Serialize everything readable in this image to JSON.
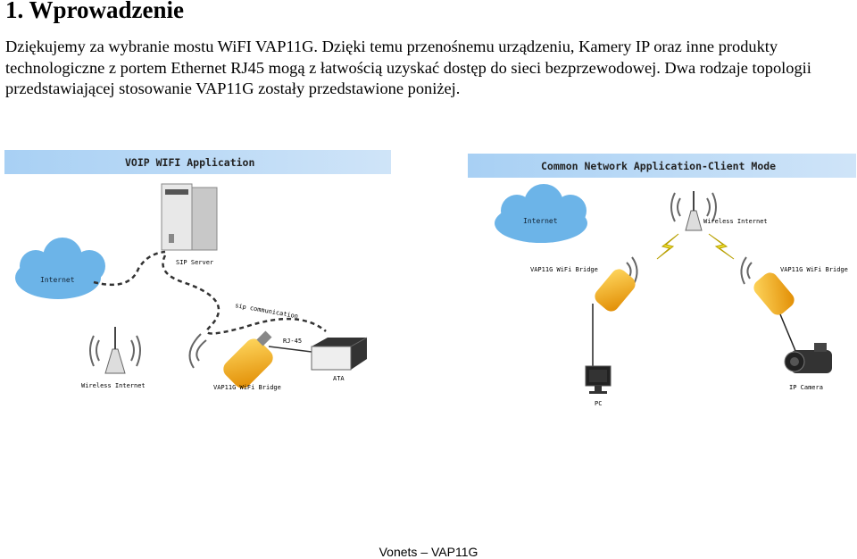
{
  "heading": "1. Wprowadzenie",
  "paragraph": "Dziękujemy za wybranie mostu WiFI VAP11G. Dzięki temu przenośnemu urządzeniu, Kamery IP oraz inne produkty technologiczne z portem Ethernet RJ45 mogą z łatwością uzyskać dostęp do sieci bezprzewodowej.  Dwa rodzaje topologii przedstawiającej stosowanie VAP11G zostały przedstawione poniżej.",
  "diagram_left": {
    "title": "VOIP WIFI Application",
    "internet": "Internet",
    "sip_server": "SIP Server",
    "sip_communication": "sip communication",
    "rj45": "RJ-45",
    "ata": "ATA",
    "wireless_internet": "Wireless Internet",
    "bridge": "VAP11G WiFi Bridge"
  },
  "diagram_right": {
    "title": "Common Network Application-Client Mode",
    "internet": "Internet",
    "wireless_internet": "Wireless Internet",
    "bridge_left": "VAP11G WiFi Bridge",
    "bridge_right": "VAP11G WiFi Bridge",
    "pc": "PC",
    "ip_camera": "IP Camera"
  },
  "footer": "Vonets – VAP11G",
  "colors": {
    "banner": "#9ec8f0",
    "cloud": "#6cb4e8",
    "bridge": "#f0a818",
    "lightning": "#f0e030"
  }
}
